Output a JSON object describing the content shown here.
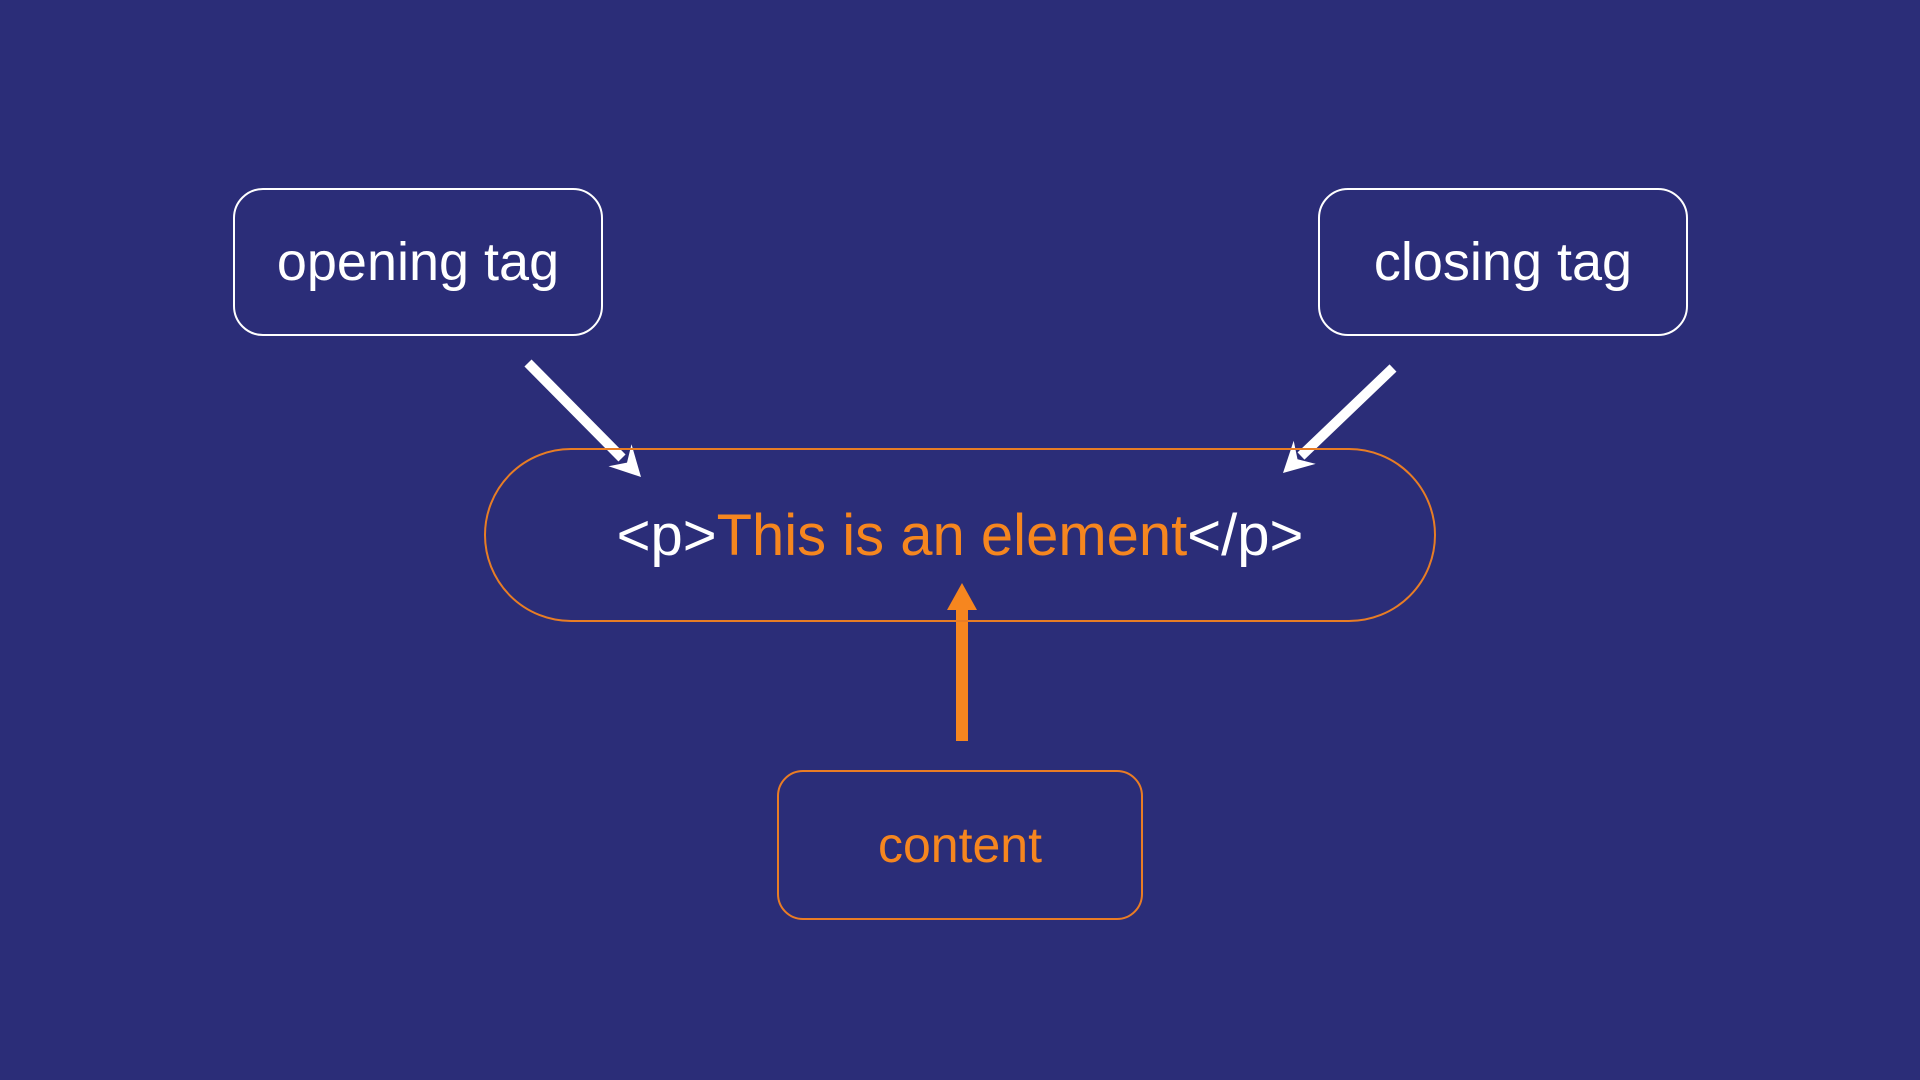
{
  "diagram": {
    "title_semantic": "anatomy of an html element",
    "background_color": "#2b2d78",
    "accent_orange": "#f6861f",
    "border_orange": "#ea7c24",
    "white": "#ffffff"
  },
  "boxes": {
    "opening_tag": {
      "label": "opening tag"
    },
    "closing_tag": {
      "label": "closing tag"
    },
    "content": {
      "label": "content"
    }
  },
  "element_pill": {
    "open_tag": "<p>",
    "content_text": "This is an element",
    "close_tag": "</p>"
  },
  "arrows": {
    "opening_tag_arrow": "white arrow from opening tag box to element opening tag",
    "closing_tag_arrow": "white arrow from closing tag box to element closing tag",
    "content_arrow": "orange arrow from content box to element content"
  }
}
